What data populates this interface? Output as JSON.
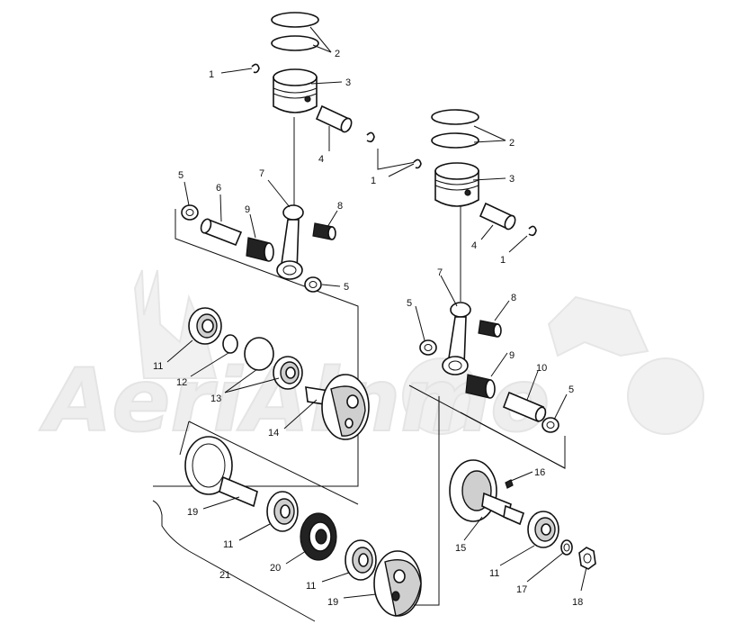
{
  "diagram": {
    "watermark": "AeriAlnmo",
    "callouts": {
      "left_1": "1",
      "left_2": "2",
      "left_3": "3",
      "left_4": "4",
      "left_5a": "5",
      "left_6": "6",
      "left_7": "7",
      "left_8": "8",
      "left_9": "9",
      "left_5b": "5",
      "left_11a": "11",
      "left_12": "12",
      "left_13": "13",
      "left_14": "14",
      "left_19a": "19",
      "left_11b": "11",
      "left_20": "20",
      "left_11c": "11",
      "left_19b": "19",
      "left_21": "21",
      "right_2": "2",
      "right_3": "3",
      "right_1a": "1",
      "right_4": "4",
      "right_1b": "1",
      "right_7": "7",
      "right_8": "8",
      "right_5a": "5",
      "right_9": "9",
      "right_10": "10",
      "right_5b": "5",
      "right_16": "16",
      "right_15": "15",
      "right_11": "11",
      "right_17": "17",
      "right_18": "18"
    }
  }
}
